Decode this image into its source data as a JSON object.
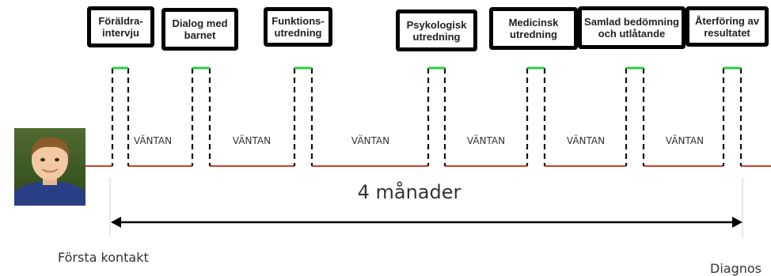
{
  "steps": [
    {
      "label": "Föräldra-\nintervju"
    },
    {
      "label": "Dialog med\nbarnet"
    },
    {
      "label": "Funktions-\nutredning"
    },
    {
      "label": "Psykologisk\nutredning"
    },
    {
      "label": "Medicinsk\nutredning"
    },
    {
      "label": "Samlad bedömning\noch utlåtande"
    },
    {
      "label": "Återföring av\nresultatet"
    }
  ],
  "waits": [
    "VÄNTAN",
    "VÄNTAN",
    "VÄNTAN",
    "VÄNTAN",
    "VÄNTAN",
    "VÄNTAN"
  ],
  "duration_label": "4 månader",
  "start_label": "Första kontakt",
  "end_label": "Diagnos",
  "colors": {
    "baseline": "#d2402a",
    "pulse_top": "#2ecc40",
    "dashed": "#111111",
    "box_border": "#000000"
  }
}
